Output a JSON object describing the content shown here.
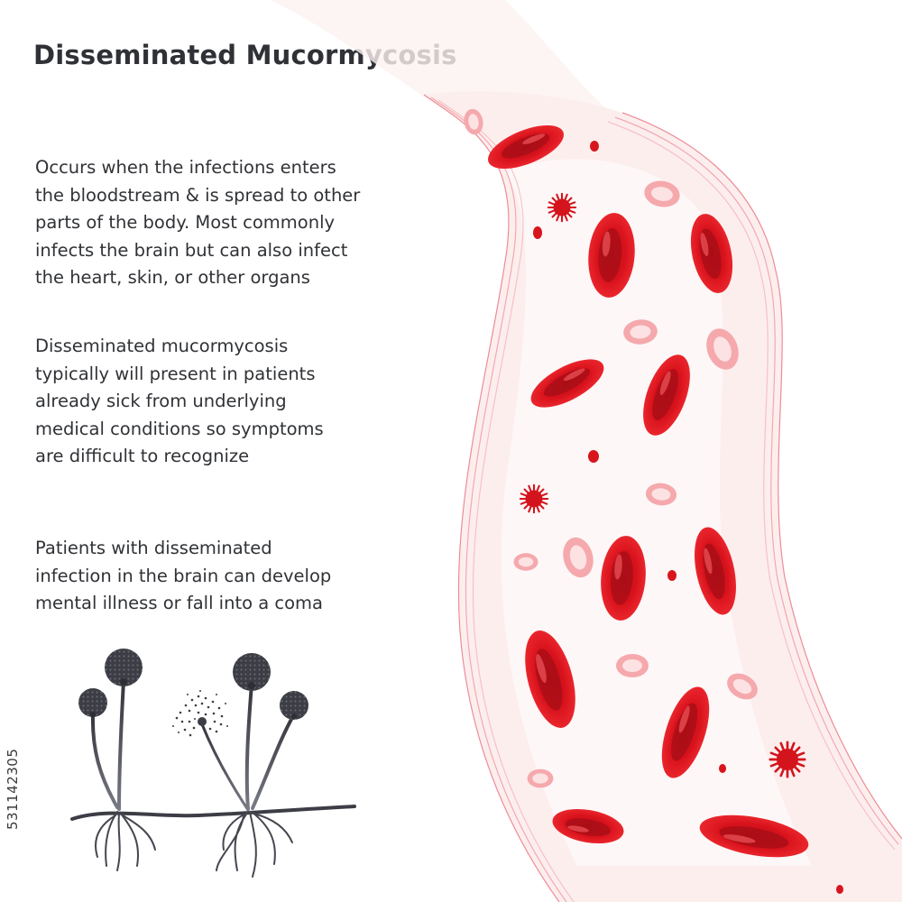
{
  "title": "Disseminated Mucormycosis",
  "paragraphs": [
    "Occurs when the infections enters\nthe bloodstream & is spread to other\nparts of the body. Most commonly\ninfects the brain but can also infect\nthe heart, skin, or other organs",
    "Disseminated mucormycosis\ntypically will present in patients\nalready sick from underlying\nmedical conditions so symptoms\nare difficult to recognize",
    "Patients with disseminated\ninfection in the brain can develop\nmental illness or fall into a coma"
  ],
  "stock_id": "531142305",
  "colors": {
    "text": "#303236",
    "title": "#2f3136",
    "vessel_fill": "#fdeeee",
    "vessel_edge": "#ec8c94",
    "red_cell": "#e0141e",
    "red_cell_center": "#a80e18",
    "pale_cell": "#f7b9bd",
    "fungus": "#3c3d45"
  },
  "icons": [
    "blood-vessel-illustration",
    "red-blood-cell-icon",
    "spore-icon",
    "mucor-fungus-illustration"
  ]
}
